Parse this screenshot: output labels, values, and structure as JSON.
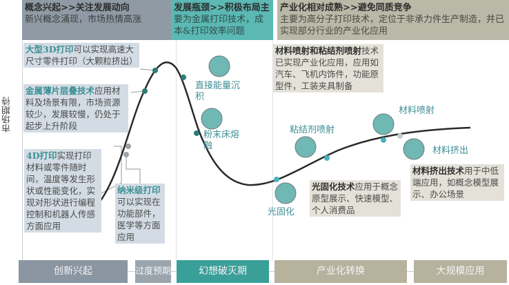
{
  "y_axis_label": "市场期待",
  "headers": [
    {
      "title": "概念兴起>>关注发展动向",
      "text": "新兴概念涌现，市场热情高涨",
      "color": "#8f9aa5"
    },
    {
      "title": "发展瓶颈>>积极布局主",
      "text": "要为金属打印技术，成本&打印效率问题",
      "color": "#5bb8b3"
    },
    {
      "title": "产业化相对成熟>>避免同质竞争",
      "text": "主要为高分子打印技术，定位于非承力件生产制造，并已实现部分行业的产业化应用",
      "color": "#bab8a7"
    }
  ],
  "notes": {
    "large3d": {
      "hl": "大型3D打印",
      "text": "可以实现高速大尺寸零件打印（大颗粒挤出）"
    },
    "metal_sheet": {
      "hl": "金属薄片层叠技术",
      "text": "应用材料及场景有限，市场资源较少，发展较慢，仍处于起步上升阶段"
    },
    "print4d": {
      "hl": "4D打印",
      "text": "实现打印材料或零件随时间，温度等发生形状或性能变化，实现对形状进行编程控制和机器人传感方面应用"
    },
    "nano": {
      "hl": "纳米级打印",
      "text": "可以实现在功能部件，医学等方面应用"
    },
    "jetting": {
      "hl": "材料喷射和粘结剂喷射",
      "text": "技术已实现产业化应用，应用如汽车、飞机内饰件，功能原型件，工装夹具制备"
    },
    "photo": {
      "hl": "光固化技术",
      "text": "应用于概念原型展示、快速模型、个人消费品"
    },
    "extrusion": {
      "hl": "材料挤出技术",
      "text": "用于中低端应用，如概念模型展示、办公场景"
    }
  },
  "tech_labels": {
    "ded": "直接能量沉积",
    "pbf": "粉末床熔融",
    "binder": "粘结剂喷射",
    "material_jet": "材料喷射",
    "photo": "光固化",
    "extrusion": "材料挤出"
  },
  "stages": [
    {
      "label": "创新兴起",
      "color": "#8a96a2"
    },
    {
      "label": "过度预期",
      "color": "#9aa4ad"
    },
    {
      "label": "幻想破灭期",
      "color": "#3b9f99"
    },
    {
      "label": "产业化转换",
      "color": "#b6b29d"
    },
    {
      "label": "大规模应用",
      "color": "#b6b29d"
    }
  ]
}
